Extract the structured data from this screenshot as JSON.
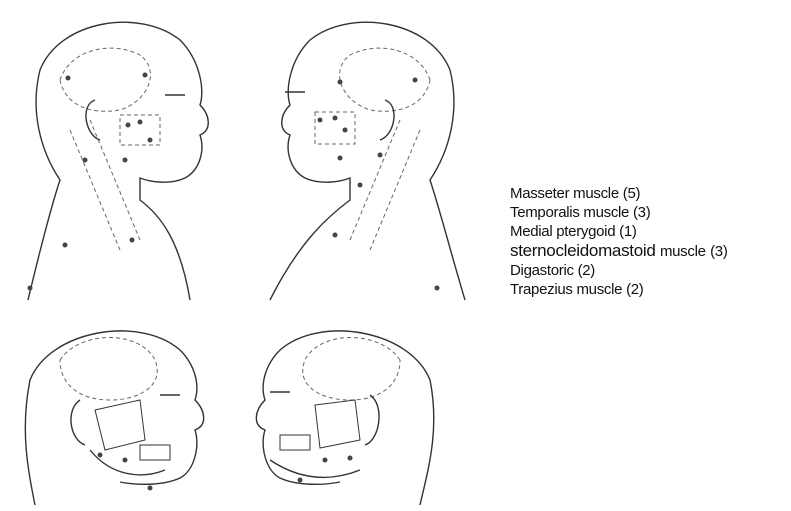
{
  "legend": {
    "items": [
      {
        "name": "Masseter muscle",
        "count": "(5)"
      },
      {
        "name": "Temporalis muscle",
        "count": "(3)"
      },
      {
        "name": "Medial pterygoid",
        "count": "(1)"
      },
      {
        "name": "sternocleidomastoid",
        "suffix": "muscle",
        "count": "(3)"
      },
      {
        "name": "Digastoric",
        "count": "(2)"
      },
      {
        "name": "Trapezius muscle",
        "count": "(2)"
      }
    ]
  }
}
